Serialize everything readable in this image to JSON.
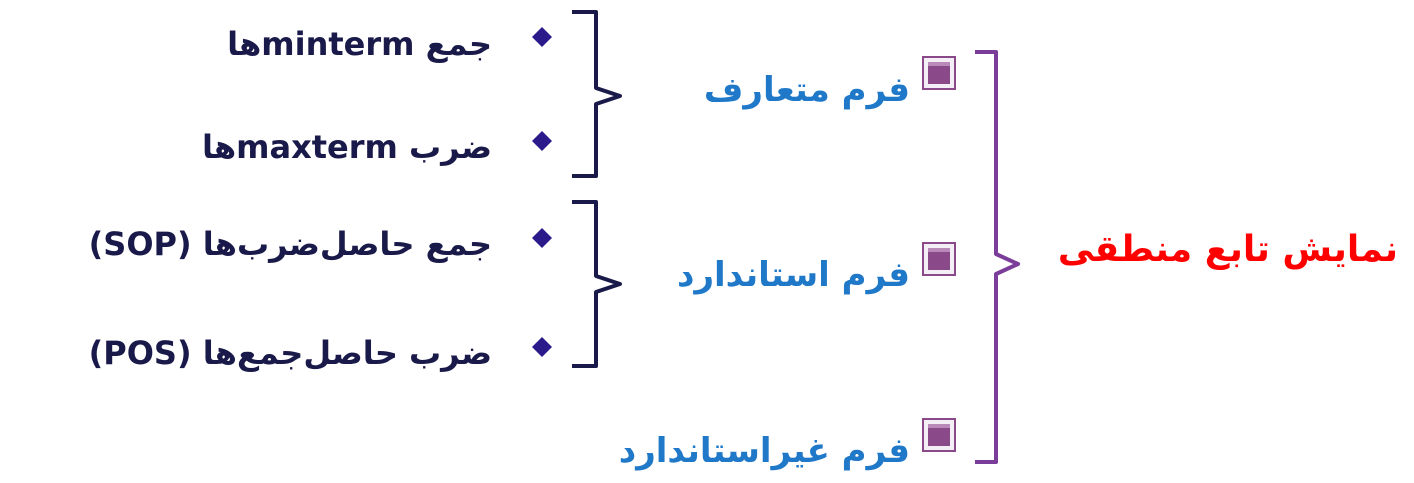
{
  "root": {
    "label": "نمایش تابع منطقی"
  },
  "forms": [
    {
      "label": "فرم متعارف",
      "children": [
        {
          "label": "جمع mintermها"
        },
        {
          "label": "ضرب maxtermها"
        }
      ]
    },
    {
      "label": "فرم استاندارد",
      "children": [
        {
          "label": "جمع حاصل‌ضرب‌ها (SOP)"
        },
        {
          "label": "ضرب حاصل‌جمع‌ها (POS)"
        }
      ]
    },
    {
      "label": "فرم غیراستاندارد",
      "children": []
    }
  ],
  "colors": {
    "root_text": "#ff0000",
    "form_text": "#1f78c8",
    "leaf_text": "#1a1a4a",
    "outer_bracket": "#7a3d9a",
    "inner_bracket": "#1a1a4a",
    "bullet": "#2a1a8a",
    "form_icon": "#8a4a8a"
  }
}
